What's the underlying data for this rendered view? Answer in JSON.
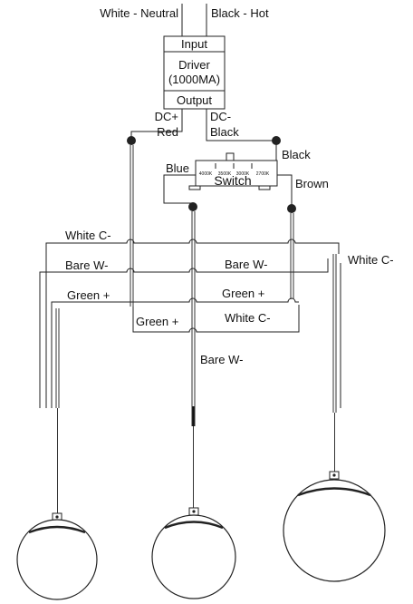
{
  "supply": {
    "neutral_label": "White - Neutral",
    "hot_label": "Black - Hot"
  },
  "driver": {
    "input_label": "Input",
    "name_line1": "Driver",
    "name_line2": "(1000MA)",
    "output_label": "Output",
    "dc_pos_label": "DC+",
    "dc_pos_color": "Red",
    "dc_neg_label": "DC-",
    "dc_neg_color": "Black"
  },
  "switch": {
    "title": "Switch",
    "cct_options": [
      "4000K",
      "3500K",
      "3000K",
      "2700K"
    ],
    "left_wire_label": "Blue",
    "right_top_label": "Black",
    "right_wire_label": "Brown"
  },
  "wiring_labels": {
    "white_c_upper": "White C-",
    "bare_w_left": "Bare W-",
    "green_left": "Green +",
    "white_c_right": "White C-",
    "bare_w_mid": "Bare W-",
    "green_mid": "Green +",
    "green_center": "Green +",
    "white_c_center": "White C-",
    "bare_w_down": "Bare W-"
  }
}
